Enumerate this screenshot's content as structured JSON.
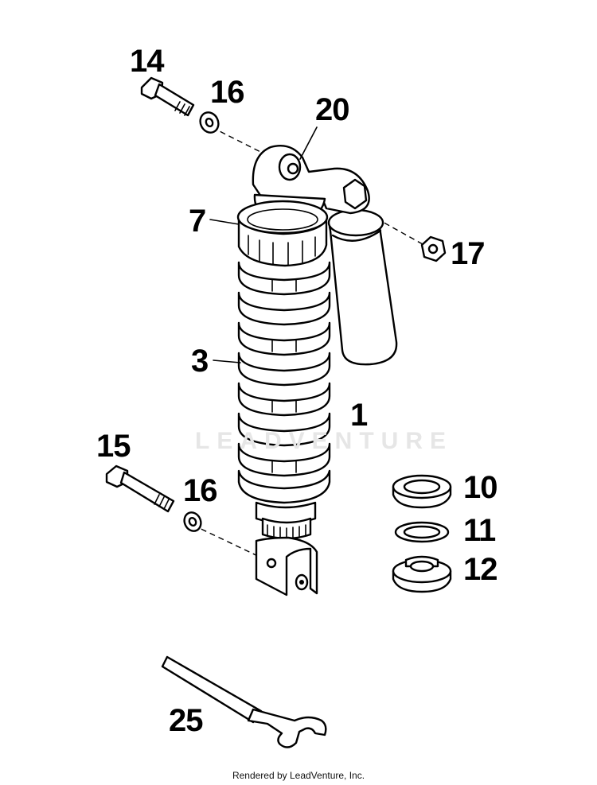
{
  "diagram": {
    "watermark": "LEADVENTURE",
    "footer": "Rendered by LeadVenture, Inc."
  },
  "callouts": {
    "p14": "14",
    "p16a": "16",
    "p20": "20",
    "p7": "7",
    "p17": "17",
    "p3": "3",
    "p1": "1",
    "p15": "15",
    "p16b": "16",
    "p10": "10",
    "p11": "11",
    "p12": "12",
    "p25": "25"
  },
  "icons": [
    "bolt-icon",
    "washer-icon",
    "shock-absorber-icon",
    "spring-icon",
    "reservoir-icon",
    "nut-icon",
    "spring-seat-icon",
    "wrench-icon"
  ]
}
